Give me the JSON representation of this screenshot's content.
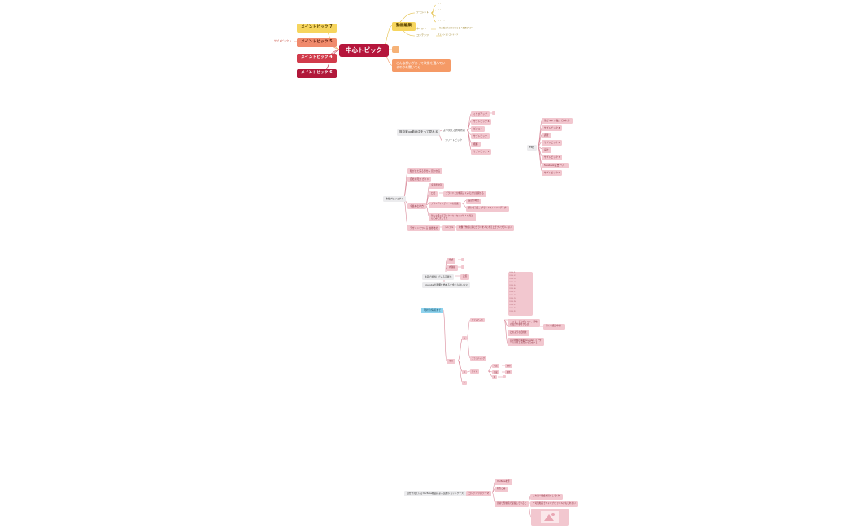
{
  "colors": {
    "center": "#b5163c",
    "main_yellow": "#f6d55e",
    "main_salmon": "#f08a6c",
    "main_red": "#d13b4b",
    "main_crimson": "#b1183a",
    "pink_bg": "#f2c7cf",
    "pink_line": "#d98b9b",
    "yellow_line": "#e4c04a",
    "orange": "#f59a66",
    "grey_bg": "#ececee",
    "blue": "#8fd3ee"
  },
  "top": {
    "center": "中心トピック",
    "mains": [
      "メイントピック 7",
      "メイントピック 5",
      "メイントピック 4",
      "メイントピック 6"
    ],
    "floating": "サブトピック 1",
    "video_edit": "動画編集",
    "video_children": [
      "デモシット",
      "ネイルト",
      "コンテンツ"
    ],
    "video_leaves": [
      "・・・",
      "・・",
      "・・",
      "・・・・",
      "一気に結び方とかの行うる 人確認を1の1",
      "ファッションコンテンツ"
    ],
    "question": "どんな想いがあって映像を選んでいるのかを聞いてせ"
  },
  "cluster2": {
    "root": "既存案ua動画中をって見れる",
    "branches": [
      "より見える的場所者",
      "フリートピック"
    ],
    "leaves": [
      "くりぴアップ",
      "サブトピック 6",
      "ビジョン",
      "サブトピック",
      "把握",
      "サブトピック 1"
    ],
    "right_root": "FP社",
    "right_leaves": [
      "他ガルレツ 触ってみれる",
      "サブトピック 8",
      "調査",
      "サブトピック 6",
      "設計",
      "サブトピック 7",
      "facebook広告アリ！",
      "サブトピック 9"
    ]
  },
  "cluster3": {
    "root": "他社プロジェクト",
    "children": [
      "私がまた深る部分へ 見つかる",
      "自社の見方 ガイド",
      "今進めむけ方",
      "デザインをつくる 進捗法の"
    ],
    "mid": [
      "今現状は何",
      "ロゴ",
      "ブランディングメールを提案",
      "新たな話ってアドネーカンセップも人を見込んでみてましてた"
    ],
    "leaves": [
      "ブランドとか動画よくみえたり展開する",
      "設計の場合",
      "開いてみる、ブランドストーリーデルタ",
      "シンプル",
      "映像で作成に関むグランを人にねえとでプリプラレない"
    ]
  },
  "cluster4": {
    "root": "現状の情報まで",
    "top": [
      "様式",
      "内容組",
      "動画で担当している可能か",
      "改善",
      "youtubeの準備を始めるを含む人はいない"
    ],
    "list": [
      "リスト 1",
      "リスト 2",
      "リスト 3",
      "リスト 4",
      "リスト 5",
      "リスト 6",
      "リスト 7",
      "リスト 8",
      "リスト 9",
      "リスト 10",
      "リスト 11",
      "リスト 12",
      "リスト 13"
    ],
    "notes": [
      "・リサーチのポイント：興味の度合や参考する点",
      "どのような目的を",
      "導入を検証中だ！",
      "広い経験の構築 Googleレイアウトその見る動画化で完成する"
    ],
    "small": [
      "ブランディング",
      "ガイド",
      "サブトピック",
      "写真",
      "項目",
      "配布",
      "完成",
      "要件"
    ],
    "left_labels": [
      "A",
      "B",
      "C",
      "D"
    ]
  },
  "cluster5": {
    "root": "自分が見ているYouTube動画による追加ショットケース",
    "mid": "コンテンツのテーマ",
    "children": [
      "YouTubeを手",
      "持ちこみ",
      "見切り型動画で提案していると"
    ],
    "leaves": [
      "これは人機会を見つしてくれ",
      "ヤ可知動画でキャンプ/ファンルかもしれない"
    ]
  }
}
